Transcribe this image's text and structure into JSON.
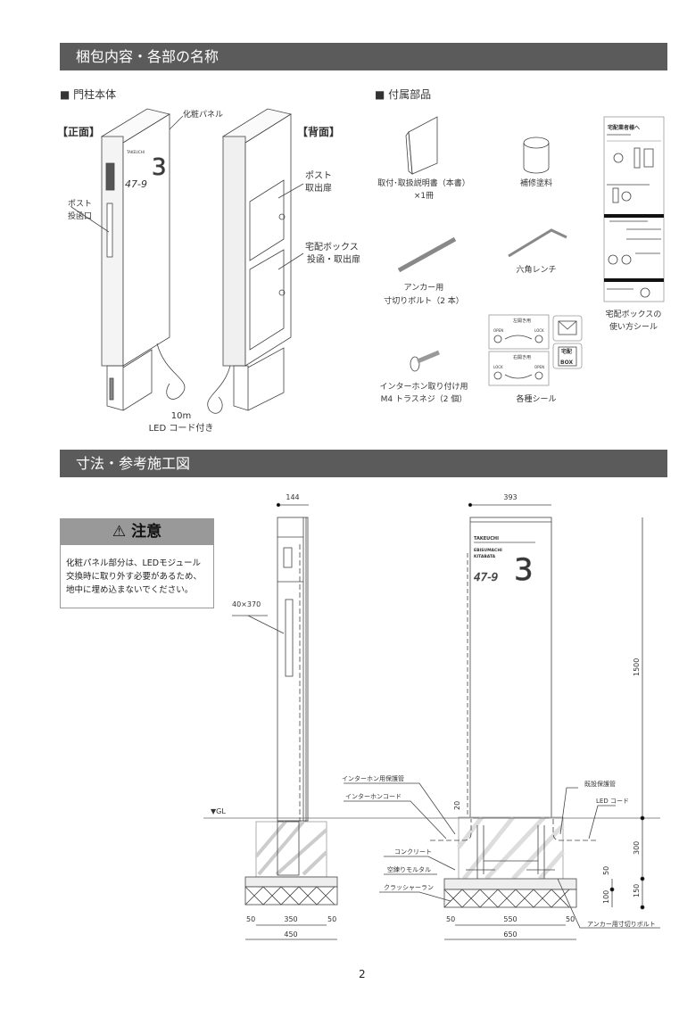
{
  "section1": {
    "title": "梱包内容・各部の名称"
  },
  "main_unit": {
    "heading": "■ 門柱本体",
    "front_label": "【正面】",
    "back_label": "【背面】",
    "panel_label": "化粧パネル",
    "post_slot": [
      "ポスト",
      "投函口"
    ],
    "post_door": [
      "ポスト",
      "取出扉"
    ],
    "delivery_door": [
      "宅配ボックス",
      "投函・取出扉"
    ],
    "cord": [
      "10m",
      "LED コード付き"
    ],
    "nameplate": {
      "name": "TAKEUCHI",
      "address1": "EBISUMACHI",
      "address2": "KITABATA",
      "number": "47-9",
      "big_number": "3"
    }
  },
  "accessories": {
    "heading": "■ 付属部品",
    "items": [
      {
        "lines": [
          "取付･取扱説明書（本書）",
          "×1冊"
        ]
      },
      {
        "lines": [
          "補修塗料"
        ]
      },
      {
        "lines": [
          "アンカー用",
          "寸切りボルト（2 本）"
        ]
      },
      {
        "lines": [
          "六角レンチ"
        ]
      },
      {
        "lines": [
          "宅配ボックスの",
          "使い方シール"
        ]
      },
      {
        "lines": [
          "インターホン取り付け用",
          "M4 トラスネジ（2 個）"
        ]
      },
      {
        "lines": [
          "各種シール"
        ]
      }
    ],
    "usage_sheet_title": "宅配業者様へ",
    "seals": {
      "left_open": "左開き用",
      "right_open": "右開き用",
      "open": "OPEN",
      "lock": "LOCK",
      "box1": "宅配",
      "box2": "BOX"
    }
  },
  "section2": {
    "title": "寸法・参考施工図"
  },
  "caution": {
    "title": "注意",
    "lines": [
      "化粧パネル部分は、LEDモジュール",
      "交換時に取り外す必要があるため、",
      "地中に埋め込まないでください。"
    ]
  },
  "dimensions": {
    "side_width": "144",
    "slot": "40×370",
    "front_width": "393",
    "height": "1500",
    "gap": "20",
    "depth": "300",
    "mortar": "50",
    "base_total": "150",
    "crusher": "100",
    "gl": "▼GL",
    "left_bottom": [
      "50",
      "350",
      "50"
    ],
    "left_total": "450",
    "right_bottom": [
      "50",
      "550",
      "50"
    ],
    "right_total": "650"
  },
  "callouts": {
    "intercom_pipe": "インターホン用保護管",
    "intercom_cord": "インターホンコード",
    "existing_pipe": "既設保護管",
    "led_cord": "LED コード",
    "concrete": "コンクリート",
    "mortar": "空練りモルタル",
    "crusher_run": "クラッシャーラン",
    "anchor_bolt": "アンカー用寸切りボルト"
  },
  "page_number": "2"
}
